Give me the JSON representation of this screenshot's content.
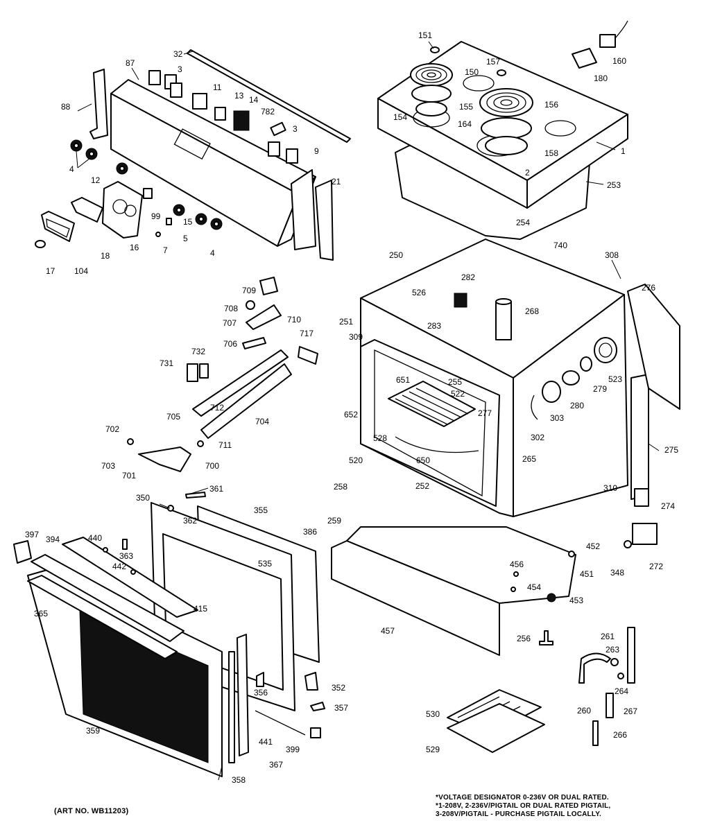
{
  "diagram": {
    "callouts": [
      {
        "id": "c-32",
        "text": "32"
      },
      {
        "id": "c-87",
        "text": "87"
      },
      {
        "id": "c-3a",
        "text": "3"
      },
      {
        "id": "c-11",
        "text": "11"
      },
      {
        "id": "c-13",
        "text": "13"
      },
      {
        "id": "c-14",
        "text": "14"
      },
      {
        "id": "c-782",
        "text": "782"
      },
      {
        "id": "c-3b",
        "text": "3"
      },
      {
        "id": "c-88",
        "text": "88"
      },
      {
        "id": "c-4a",
        "text": "4"
      },
      {
        "id": "c-12",
        "text": "12"
      },
      {
        "id": "c-9",
        "text": "9"
      },
      {
        "id": "c-21",
        "text": "21"
      },
      {
        "id": "c-99",
        "text": "99"
      },
      {
        "id": "c-15",
        "text": "15"
      },
      {
        "id": "c-5",
        "text": "5"
      },
      {
        "id": "c-7",
        "text": "7"
      },
      {
        "id": "c-4b",
        "text": "4"
      },
      {
        "id": "c-16",
        "text": "16"
      },
      {
        "id": "c-18",
        "text": "18"
      },
      {
        "id": "c-104",
        "text": "104"
      },
      {
        "id": "c-17",
        "text": "17"
      },
      {
        "id": "c-151",
        "text": "151"
      },
      {
        "id": "c-150",
        "text": "150"
      },
      {
        "id": "c-157",
        "text": "157"
      },
      {
        "id": "c-160",
        "text": "160"
      },
      {
        "id": "c-180",
        "text": "180"
      },
      {
        "id": "c-156",
        "text": "156"
      },
      {
        "id": "c-155",
        "text": "155"
      },
      {
        "id": "c-154",
        "text": "154"
      },
      {
        "id": "c-164",
        "text": "164"
      },
      {
        "id": "c-158",
        "text": "158"
      },
      {
        "id": "c-1",
        "text": "1"
      },
      {
        "id": "c-2",
        "text": "2"
      },
      {
        "id": "c-253",
        "text": "253"
      },
      {
        "id": "c-254",
        "text": "254"
      },
      {
        "id": "c-740",
        "text": "740"
      },
      {
        "id": "c-308",
        "text": "308"
      },
      {
        "id": "c-250",
        "text": "250"
      },
      {
        "id": "c-282",
        "text": "282"
      },
      {
        "id": "c-526",
        "text": "526"
      },
      {
        "id": "c-276",
        "text": "276"
      },
      {
        "id": "c-268",
        "text": "268"
      },
      {
        "id": "c-283",
        "text": "283"
      },
      {
        "id": "c-251",
        "text": "251"
      },
      {
        "id": "c-309",
        "text": "309"
      },
      {
        "id": "c-709",
        "text": "709"
      },
      {
        "id": "c-708",
        "text": "708"
      },
      {
        "id": "c-710",
        "text": "710"
      },
      {
        "id": "c-707",
        "text": "707"
      },
      {
        "id": "c-706",
        "text": "706"
      },
      {
        "id": "c-717",
        "text": "717"
      },
      {
        "id": "c-731",
        "text": "731"
      },
      {
        "id": "c-732",
        "text": "732"
      },
      {
        "id": "c-712",
        "text": "712"
      },
      {
        "id": "c-705",
        "text": "705"
      },
      {
        "id": "c-704",
        "text": "704"
      },
      {
        "id": "c-702",
        "text": "702"
      },
      {
        "id": "c-711",
        "text": "711"
      },
      {
        "id": "c-703",
        "text": "703"
      },
      {
        "id": "c-700",
        "text": "700"
      },
      {
        "id": "c-701",
        "text": "701"
      },
      {
        "id": "c-651",
        "text": "651"
      },
      {
        "id": "c-255",
        "text": "255"
      },
      {
        "id": "c-522",
        "text": "522"
      },
      {
        "id": "c-523",
        "text": "523"
      },
      {
        "id": "c-279",
        "text": "279"
      },
      {
        "id": "c-280",
        "text": "280"
      },
      {
        "id": "c-652",
        "text": "652"
      },
      {
        "id": "c-277",
        "text": "277"
      },
      {
        "id": "c-303",
        "text": "303"
      },
      {
        "id": "c-528",
        "text": "528"
      },
      {
        "id": "c-302",
        "text": "302"
      },
      {
        "id": "c-650",
        "text": "650"
      },
      {
        "id": "c-265",
        "text": "265"
      },
      {
        "id": "c-275",
        "text": "275"
      },
      {
        "id": "c-520",
        "text": "520"
      },
      {
        "id": "c-252",
        "text": "252"
      },
      {
        "id": "c-258",
        "text": "258"
      },
      {
        "id": "c-310",
        "text": "310"
      },
      {
        "id": "c-274",
        "text": "274"
      },
      {
        "id": "c-259",
        "text": "259"
      },
      {
        "id": "c-361",
        "text": "361"
      },
      {
        "id": "c-350",
        "text": "350"
      },
      {
        "id": "c-362",
        "text": "362"
      },
      {
        "id": "c-355",
        "text": "355"
      },
      {
        "id": "c-386",
        "text": "386"
      },
      {
        "id": "c-452",
        "text": "452"
      },
      {
        "id": "c-397",
        "text": "397"
      },
      {
        "id": "c-394",
        "text": "394"
      },
      {
        "id": "c-440",
        "text": "440"
      },
      {
        "id": "c-363",
        "text": "363"
      },
      {
        "id": "c-442",
        "text": "442"
      },
      {
        "id": "c-535",
        "text": "535"
      },
      {
        "id": "c-348",
        "text": "348"
      },
      {
        "id": "c-272",
        "text": "272"
      },
      {
        "id": "c-456",
        "text": "456"
      },
      {
        "id": "c-451",
        "text": "451"
      },
      {
        "id": "c-454",
        "text": "454"
      },
      {
        "id": "c-453",
        "text": "453"
      },
      {
        "id": "c-365",
        "text": "365"
      },
      {
        "id": "c-415",
        "text": "415"
      },
      {
        "id": "c-457",
        "text": "457"
      },
      {
        "id": "c-256",
        "text": "256"
      },
      {
        "id": "c-261",
        "text": "261"
      },
      {
        "id": "c-263",
        "text": "263"
      },
      {
        "id": "c-356",
        "text": "356"
      },
      {
        "id": "c-352",
        "text": "352"
      },
      {
        "id": "c-264",
        "text": "264"
      },
      {
        "id": "c-357",
        "text": "357"
      },
      {
        "id": "c-530",
        "text": "530"
      },
      {
        "id": "c-260",
        "text": "260"
      },
      {
        "id": "c-267",
        "text": "267"
      },
      {
        "id": "c-359",
        "text": "359"
      },
      {
        "id": "c-441",
        "text": "441"
      },
      {
        "id": "c-399",
        "text": "399"
      },
      {
        "id": "c-266",
        "text": "266"
      },
      {
        "id": "c-529",
        "text": "529"
      },
      {
        "id": "c-367",
        "text": "367"
      },
      {
        "id": "c-358",
        "text": "358"
      }
    ]
  },
  "notes": {
    "voltage": "*VOLTAGE DESIGNATOR 0-236V OR DUAL RATED.\n*1-208V, 2-236V/PIGTAIL OR DUAL RATED PIGTAIL,\n3-208V/PIGTAIL - PURCHASE PIGTAIL LOCALLY.",
    "art_number": "(ART NO. WB11203)"
  }
}
